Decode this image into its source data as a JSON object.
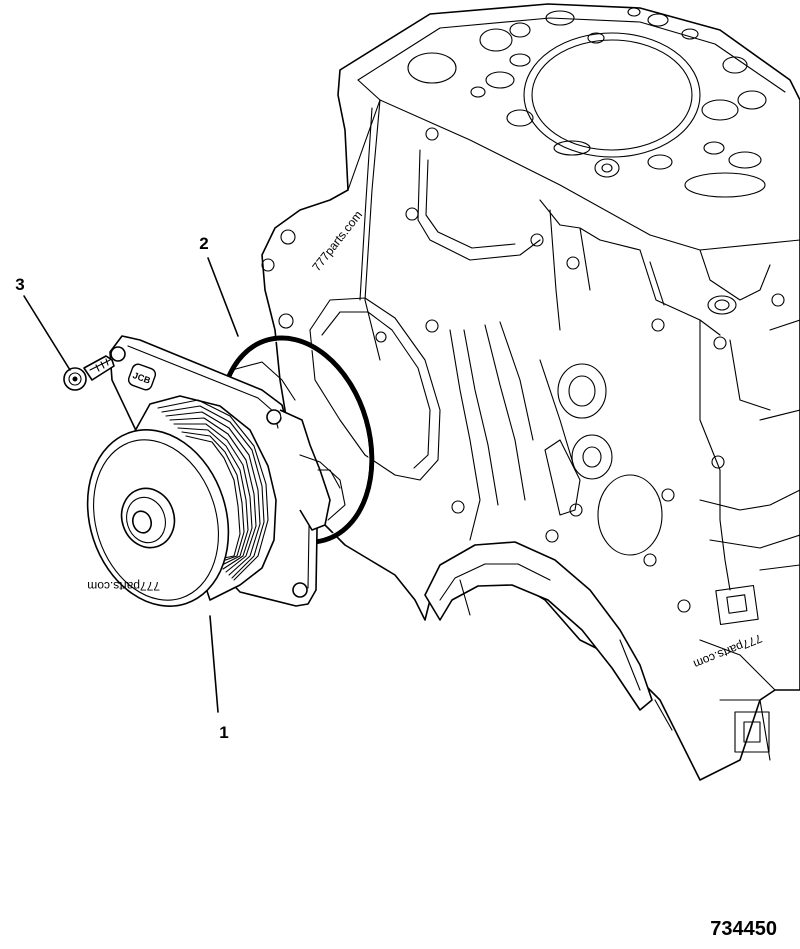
{
  "figure_number": "734450",
  "callouts": [
    "1",
    "2",
    "3"
  ],
  "watermarks": [
    "777parts.com",
    "777parts.com",
    "777parts.com"
  ],
  "logo_text": "JCB"
}
